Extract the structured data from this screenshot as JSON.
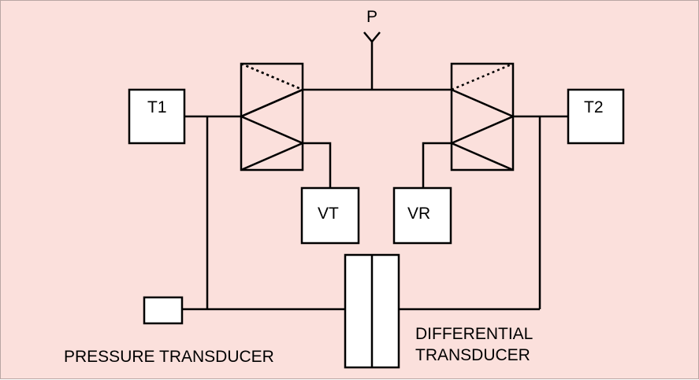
{
  "diagram": {
    "background_color": "#fbe0dc",
    "line_color": "#000000",
    "labels": {
      "pressure_port": "P",
      "t1": "T1",
      "t2": "T2",
      "vt": "VT",
      "vr": "VR",
      "pressure_transducer": "PRESSURE TRANSDUCER",
      "differential_line1": "DIFFERENTIAL",
      "differential_line2": "TRANSDUCER"
    }
  }
}
